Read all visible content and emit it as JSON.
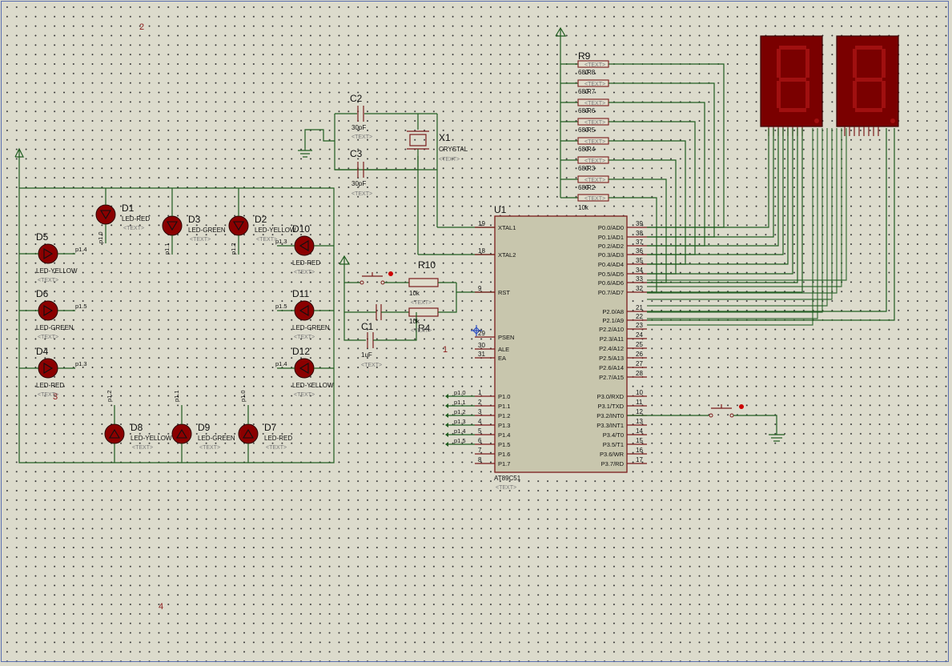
{
  "sheet_markers": [
    "2",
    "4",
    "1",
    "3"
  ],
  "placeholder_text": "<TEXT>",
  "colors": {
    "wire": "#1f5c1f",
    "component": "#7a1b1b",
    "chip_fill": "#c8c6ad",
    "led": "#8b0000",
    "segment_off": "#a01010"
  },
  "mcu": {
    "ref": "U1",
    "part": "AT89C51",
    "left_pins": [
      {
        "num": "19",
        "name": "XTAL1"
      },
      {
        "num": "18",
        "name": "XTAL2"
      },
      {
        "num": "9",
        "name": "RST"
      },
      {
        "num": "29",
        "name": "PSEN"
      },
      {
        "num": "30",
        "name": "ALE"
      },
      {
        "num": "31",
        "name": "EA"
      },
      {
        "num": "1",
        "name": "P1.0"
      },
      {
        "num": "2",
        "name": "P1.1"
      },
      {
        "num": "3",
        "name": "P1.2"
      },
      {
        "num": "4",
        "name": "P1.3"
      },
      {
        "num": "5",
        "name": "P1.4"
      },
      {
        "num": "6",
        "name": "P1.5"
      },
      {
        "num": "7",
        "name": "P1.6"
      },
      {
        "num": "8",
        "name": "P1.7"
      }
    ],
    "right_pins": [
      {
        "num": "39",
        "name": "P0.0/AD0"
      },
      {
        "num": "38",
        "name": "P0.1/AD1"
      },
      {
        "num": "37",
        "name": "P0.2/AD2"
      },
      {
        "num": "36",
        "name": "P0.3/AD3"
      },
      {
        "num": "35",
        "name": "P0.4/AD4"
      },
      {
        "num": "34",
        "name": "P0.5/AD5"
      },
      {
        "num": "33",
        "name": "P0.6/AD6"
      },
      {
        "num": "32",
        "name": "P0.7/AD7"
      },
      {
        "num": "21",
        "name": "P2.0/A8"
      },
      {
        "num": "22",
        "name": "P2.1/A9"
      },
      {
        "num": "23",
        "name": "P2.2/A10"
      },
      {
        "num": "24",
        "name": "P2.3/A11"
      },
      {
        "num": "25",
        "name": "P2.4/A12"
      },
      {
        "num": "26",
        "name": "P2.5/A13"
      },
      {
        "num": "27",
        "name": "P2.6/A14"
      },
      {
        "num": "28",
        "name": "P2.7/A15"
      },
      {
        "num": "10",
        "name": "P3.0/RXD"
      },
      {
        "num": "11",
        "name": "P3.1/TXD"
      },
      {
        "num": "12",
        "name": "P3.2/INT0"
      },
      {
        "num": "13",
        "name": "P3.3/INT1"
      },
      {
        "num": "14",
        "name": "P3.4/T0"
      },
      {
        "num": "15",
        "name": "P3.5/T1"
      },
      {
        "num": "16",
        "name": "P3.6/WR"
      },
      {
        "num": "17",
        "name": "P3.7/RD"
      }
    ]
  },
  "net_labels_p1": [
    "p1.0",
    "p1.1",
    "p1.2",
    "p1.3",
    "p1.4",
    "p1.5"
  ],
  "clock": {
    "c2": {
      "ref": "C2",
      "value": "30pF"
    },
    "c3": {
      "ref": "C3",
      "value": "30pF"
    },
    "crystal": {
      "ref": "X1",
      "value": "CRYSTAL"
    }
  },
  "reset": {
    "r10": {
      "ref": "R10",
      "value": "10k"
    },
    "r4": {
      "ref": "R4",
      "value": "10k"
    },
    "c1": {
      "ref": "C1",
      "value": "1uF"
    }
  },
  "resistor_bank": {
    "ref": "R9",
    "value": "10k",
    "overlapping_refs": "R8 R7 R6 R5 R4 R3 R2",
    "overlapping_values": "680 680 680 680 680 680 680"
  },
  "leds": [
    {
      "ref": "D1",
      "type": "LED-RED",
      "net": "p1.0"
    },
    {
      "ref": "D3",
      "type": "LED-GREEN",
      "net": "p1.1"
    },
    {
      "ref": "D2",
      "type": "LED-YELLOW",
      "net": "p1.2"
    },
    {
      "ref": "D10",
      "type": "LED-RED",
      "net": "p1.3"
    },
    {
      "ref": "D5",
      "type": "LED-YELLOW",
      "net": "p1.4"
    },
    {
      "ref": "D6",
      "type": "LED-GREEN",
      "net": "p1.5"
    },
    {
      "ref": "D11",
      "type": "LED-GREEN",
      "net": "p1.5"
    },
    {
      "ref": "D4",
      "type": "LED-RED",
      "net": "p1.3"
    },
    {
      "ref": "D12",
      "type": "LED-YELLOW",
      "net": "p1.4"
    },
    {
      "ref": "D8",
      "type": "LED-YELLOW",
      "net": "p1.2"
    },
    {
      "ref": "D9",
      "type": "LED-GREEN",
      "net": "p1.1"
    },
    {
      "ref": "D7",
      "type": "LED-RED",
      "net": "p1.0"
    }
  ],
  "displays": [
    {
      "name": "seven-segment-1"
    },
    {
      "name": "seven-segment-2"
    }
  ]
}
